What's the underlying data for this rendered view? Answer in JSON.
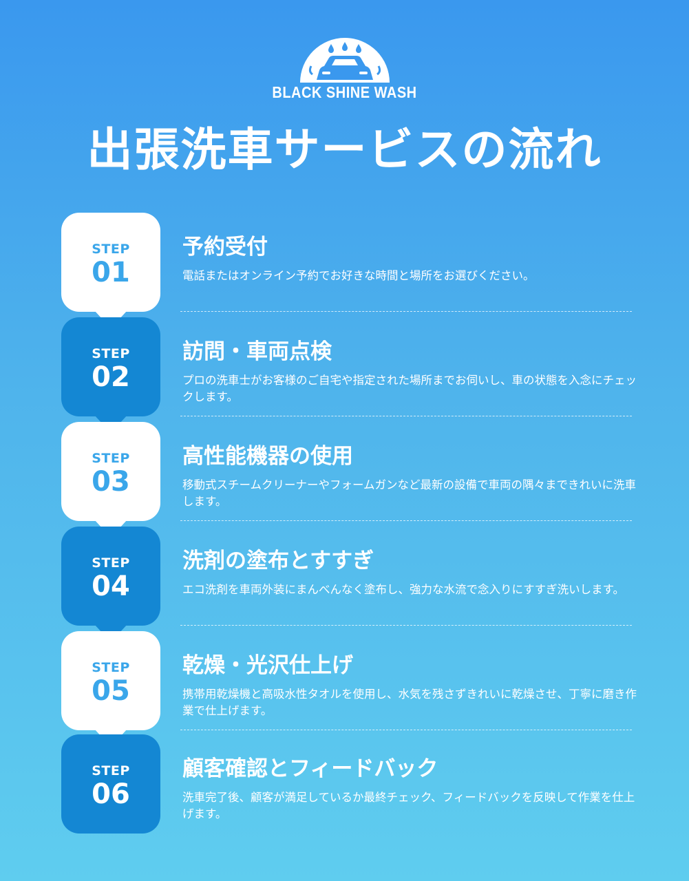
{
  "brand": {
    "name": "BLACK SHINE WASH",
    "logo_icon": "car-wash-drops-icon"
  },
  "title": "出張洗車サービスの流れ",
  "steps": [
    {
      "label": "STEP",
      "number": "01",
      "style": "light",
      "title": "予約受付",
      "desc": "電話またはオンライン予約でお好きな時間と場所をお選びください。"
    },
    {
      "label": "STEP",
      "number": "02",
      "style": "dark",
      "title": "訪問・車両点検",
      "desc": "プロの洗車士がお客様のご自宅や指定された場所までお伺いし、車の状態を入念にチェックします。"
    },
    {
      "label": "STEP",
      "number": "03",
      "style": "light",
      "title": "高性能機器の使用",
      "desc": "移動式スチームクリーナーやフォームガンなど最新の設備で車両の隅々まできれいに洗車します。"
    },
    {
      "label": "STEP",
      "number": "04",
      "style": "dark",
      "title": "洗剤の塗布とすすぎ",
      "desc": "エコ洗剤を車両外装にまんべんなく塗布し、強力な水流で念入りにすすぎ洗いします。"
    },
    {
      "label": "STEP",
      "number": "05",
      "style": "light",
      "title": "乾燥・光沢仕上げ",
      "desc": "携帯用乾燥機と高吸水性タオルを使用し、水気を残さずきれいに乾燥させ、丁寧に磨き作業で仕上げます。"
    },
    {
      "label": "STEP",
      "number": "06",
      "style": "dark",
      "title": "顧客確認とフィードバック",
      "desc": "洗車完了後、顧客が満足しているか最終チェック、フィードバックを反映して作業を仕上げます。"
    }
  ],
  "colors": {
    "badge_light_text": "#3aa6ea",
    "badge_dark_bg": "#1487d3",
    "bg_top": "#3a98ee",
    "bg_bottom": "#5fcdef"
  }
}
